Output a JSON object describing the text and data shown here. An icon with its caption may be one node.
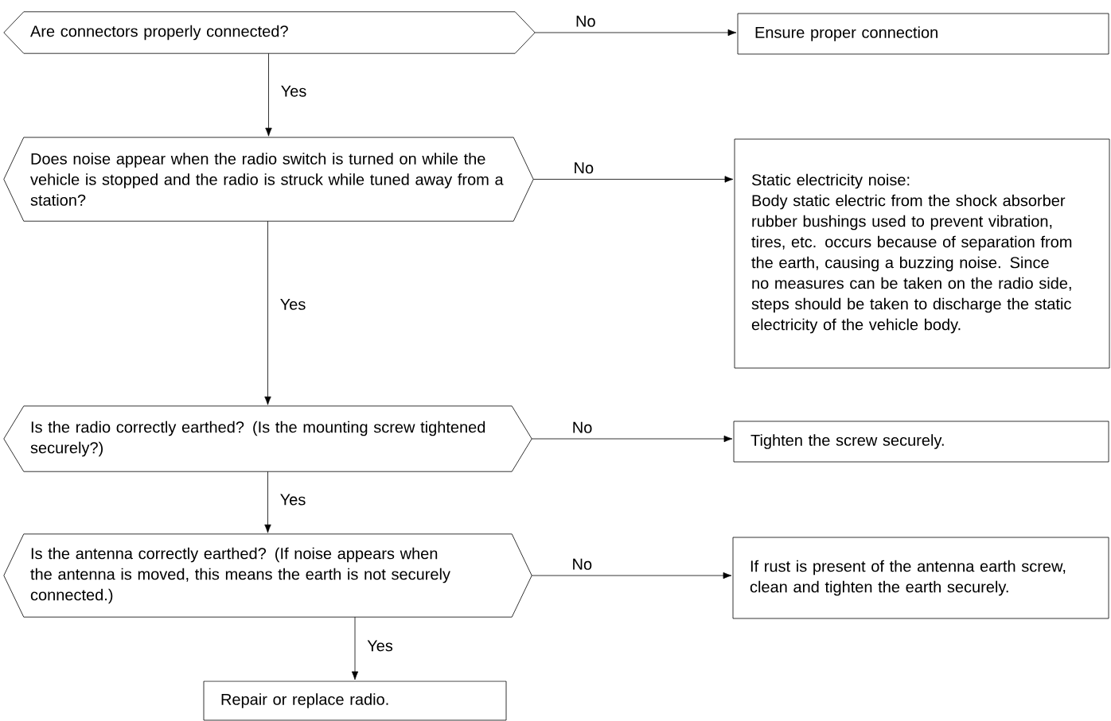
{
  "diagram": {
    "nodes": [
      {
        "text": [
          "Are connectors properly connected?"
        ]
      },
      {
        "text": [
          "Ensure proper connection"
        ]
      },
      {
        "text": [
          "Does noise appear when the radio switch is turned on while the vehicle is stopped and the radio is struck while tuned away from a station?"
        ]
      },
      {
        "text": [
          "Static electricity noise:",
          "Body static electric from the shock absorber rubber bushings used to prevent vibration, tires, etc. occurs because of separation from the earth, causing a buzzing noise. Since no measures can be taken on the radio side, steps should be taken to discharge the static electricity of the vehicle body."
        ]
      },
      {
        "text": [
          "Is the radio correctly earthed? (Is the mounting screw tightened securely?)"
        ]
      },
      {
        "text": [
          "Tighten the screw securely."
        ]
      },
      {
        "text": [
          "Is the antenna correctly earthed? (If noise appears when the antenna is moved, this means the earth is not securely connected.)"
        ]
      },
      {
        "text": [
          "If rust is present of the antenna earth screw, clean and tighten the earth securely."
        ]
      },
      {
        "text": [
          "Repair or replace radio."
        ]
      }
    ],
    "edges": [
      {
        "from": 0,
        "to": 1,
        "arrow": "to",
        "label": "No"
      },
      {
        "from": 0,
        "to": 2,
        "arrow": "to",
        "label": "Yes"
      },
      {
        "from": 2,
        "to": 3,
        "arrow": "to",
        "label": "No"
      },
      {
        "from": 2,
        "to": 4,
        "arrow": "to",
        "label": "Yes"
      },
      {
        "from": 4,
        "to": 5,
        "arrow": "to",
        "label": "No"
      },
      {
        "from": 4,
        "to": 6,
        "arrow": "to",
        "label": "Yes"
      },
      {
        "from": 6,
        "to": 7,
        "arrow": "to",
        "label": "No"
      },
      {
        "from": 6,
        "to": 8,
        "arrow": "to",
        "label": "Yes"
      }
    ]
  }
}
